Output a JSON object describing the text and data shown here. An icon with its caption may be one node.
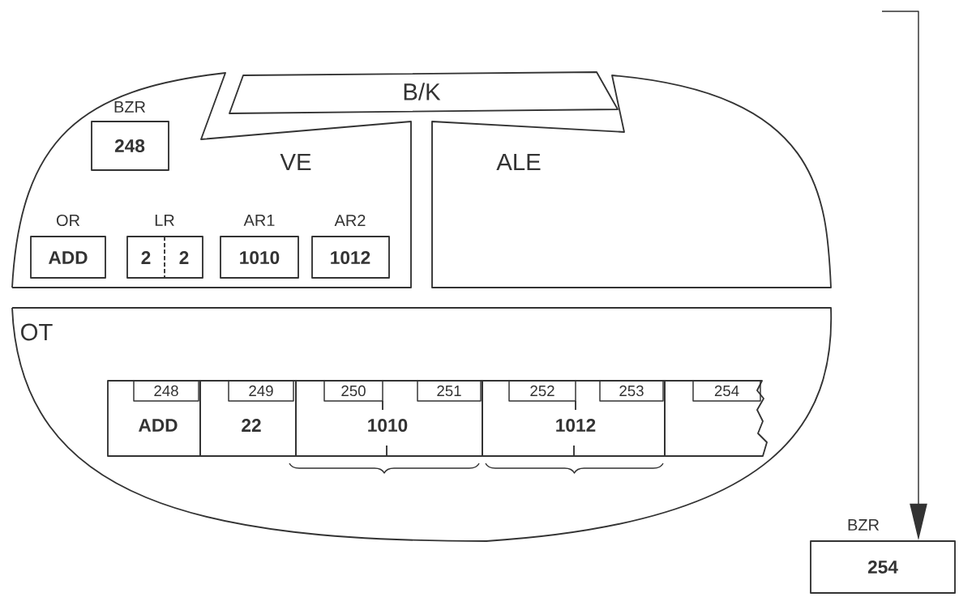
{
  "diagram": {
    "nodes": [
      {
        "text": [
          "B/K"
        ]
      },
      {
        "text": [
          "VE"
        ]
      },
      {
        "text": [
          "BZR",
          "248"
        ],
        "in": 1
      },
      {
        "text": [
          "OR",
          "ADD"
        ],
        "in": 1
      },
      {
        "text": [
          "LR",
          "2",
          "2"
        ],
        "in": 1
      },
      {
        "text": [
          "AR1",
          "1010"
        ],
        "in": 1
      },
      {
        "text": [
          "AR2",
          "1012"
        ],
        "in": 1
      },
      {
        "text": [
          "ALE"
        ]
      },
      {
        "text": [
          "OT"
        ]
      },
      {
        "text": [
          "248",
          "ADD"
        ],
        "in": 8
      },
      {
        "text": [
          "249",
          "22"
        ],
        "in": 8
      },
      {
        "text": [
          "250",
          "251",
          "1010"
        ],
        "in": 8
      },
      {
        "text": [
          "252",
          "253",
          "1012"
        ],
        "in": 8
      },
      {
        "text": [
          "254"
        ],
        "in": 8
      },
      {
        "text": [
          "BZR",
          "254"
        ]
      }
    ],
    "edges": [
      {
        "from": null,
        "to": 14,
        "arrow": "to"
      }
    ]
  }
}
